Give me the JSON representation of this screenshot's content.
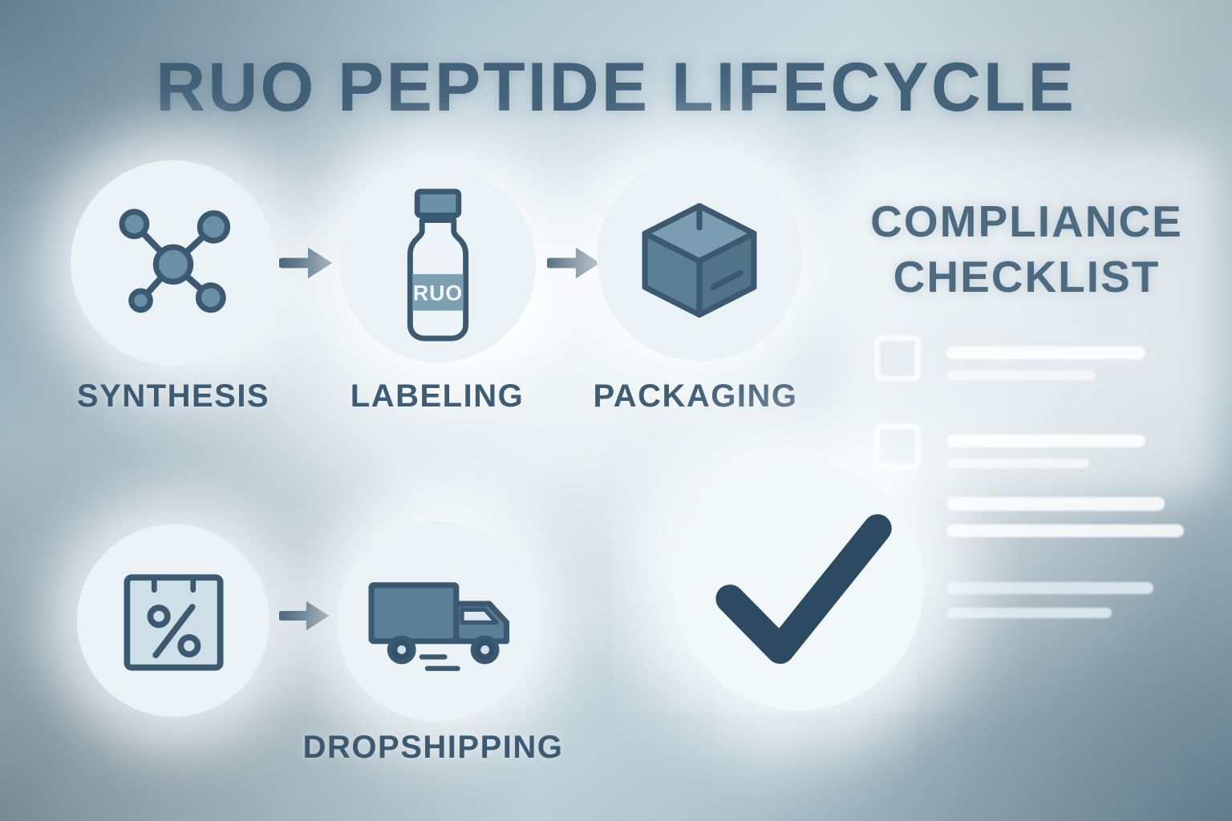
{
  "title": "RUO PEPTIDE LIFECYCLE",
  "colors": {
    "ink": "#3b5a72",
    "ink_dark": "#2c4a61",
    "node_fill": "#6b8fa5",
    "band_fill": "#7ca0b2",
    "circle_bg": "#eaf2f5",
    "background_mid": "#c9d9e0"
  },
  "flow": {
    "row1": [
      {
        "label": "SYNTHESIS",
        "icon": "molecule-icon"
      },
      {
        "label": "LABELING",
        "icon": "vial-icon",
        "vial_text": "RUO"
      },
      {
        "label": "PACKAGING",
        "icon": "package-box-icon"
      }
    ],
    "row2": [
      {
        "label": "",
        "icon": "percent-tag-icon"
      },
      {
        "label": "DROPSHIPPING",
        "icon": "delivery-truck-icon"
      }
    ]
  },
  "checklist": {
    "heading": "COMPLIANCE CHECKLIST",
    "checkbox_rows": 2,
    "placeholder_line_groups": 4,
    "completed_icon": "checkmark-icon"
  },
  "icons": {
    "molecule": "molecule-icon",
    "vial": "vial-icon",
    "package": "package-box-icon",
    "discount_tag": "percent-tag-icon",
    "truck": "delivery-truck-icon",
    "checkmark": "checkmark-icon",
    "arrow": "arrow-right-icon"
  }
}
